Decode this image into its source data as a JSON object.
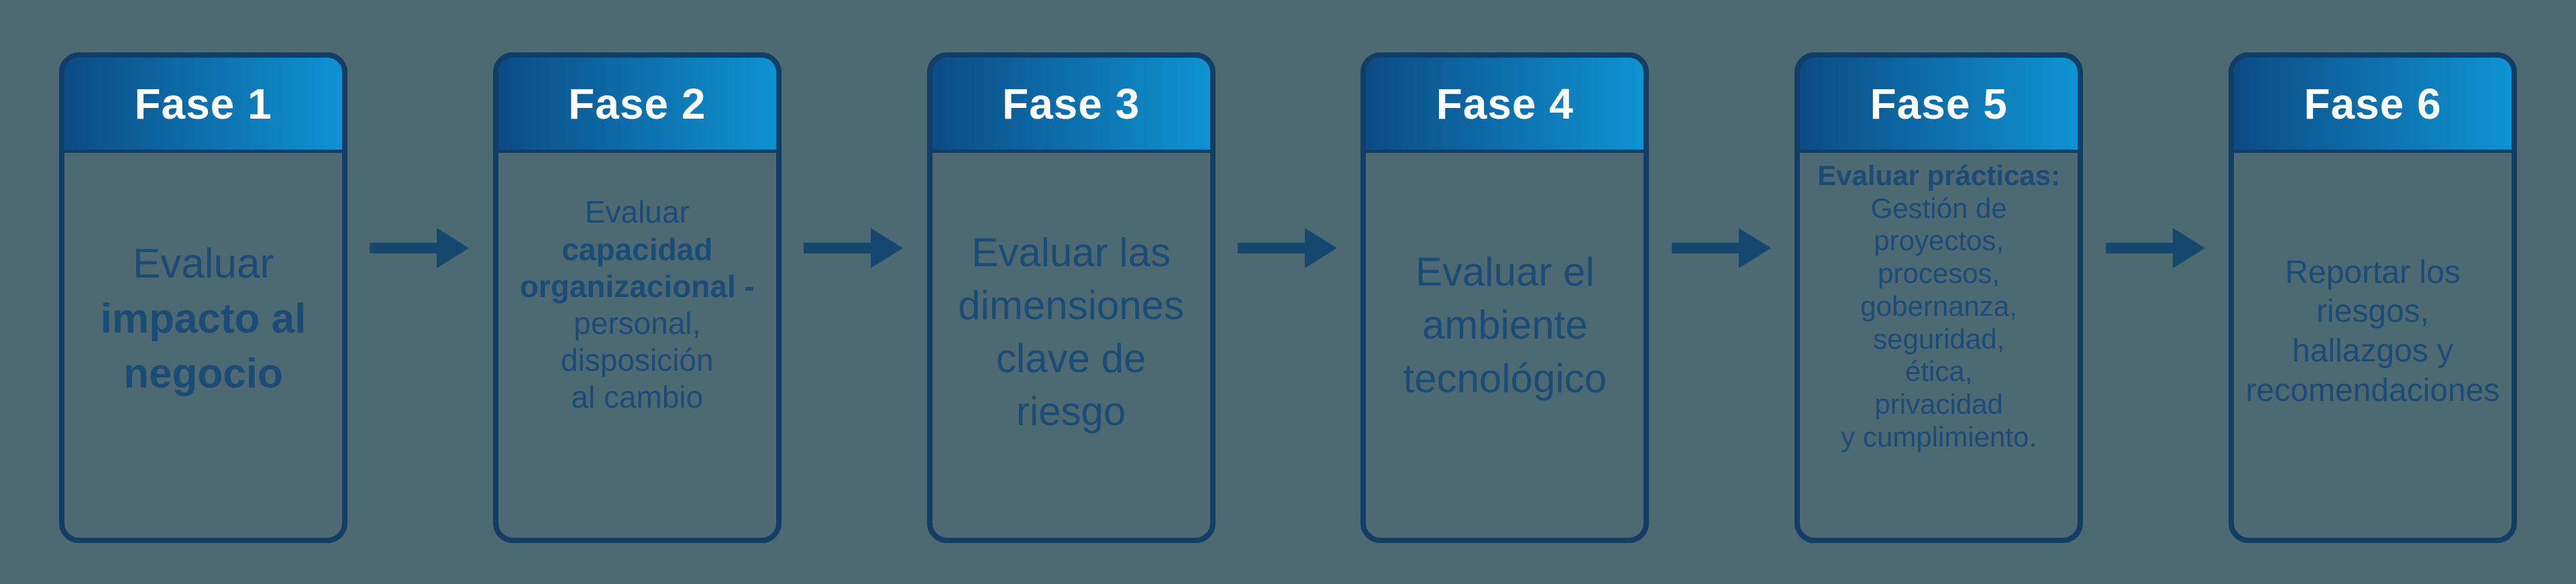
{
  "diagram": {
    "background_color": "#4d6971",
    "colors": {
      "card_border": "#123e66",
      "arrow": "#16486f",
      "body_text": "#1b4c77",
      "header_text": "#ffffff",
      "header_gradient_start": "#0c4b85",
      "header_gradient_end": "#0e93d2"
    },
    "phases": [
      {
        "title": "Fase 1",
        "lines": [
          {
            "text": "Evaluar",
            "bold": false
          },
          {
            "text": "impacto al",
            "bold": true
          },
          {
            "text": "negocio",
            "bold": true
          }
        ]
      },
      {
        "title": "Fase 2",
        "lines": [
          {
            "text": "Evaluar",
            "bold": false
          },
          {
            "text": "capacidad",
            "bold": true
          },
          {
            "text": "organizacional -",
            "bold": true
          },
          {
            "text": "personal,",
            "bold": false
          },
          {
            "text": "disposición",
            "bold": false
          },
          {
            "text": "al cambio",
            "bold": false
          }
        ]
      },
      {
        "title": "Fase 3",
        "lines": [
          {
            "text": "Evaluar las",
            "bold": false
          },
          {
            "text": "dimensiones",
            "bold": false
          },
          {
            "text": "clave de",
            "bold": false
          },
          {
            "text": "riesgo",
            "bold": false
          }
        ]
      },
      {
        "title": "Fase 4",
        "lines": [
          {
            "text": "Evaluar el",
            "bold": false
          },
          {
            "text": "ambiente",
            "bold": false
          },
          {
            "text": "tecnológico",
            "bold": false
          }
        ]
      },
      {
        "title": "Fase 5",
        "lines": [
          {
            "text": "Evaluar prácticas:",
            "bold": true
          },
          {
            "text": "Gestión de",
            "bold": false
          },
          {
            "text": "proyectos,",
            "bold": false
          },
          {
            "text": "procesos,",
            "bold": false
          },
          {
            "text": "gobernanza,",
            "bold": false
          },
          {
            "text": "seguridad,",
            "bold": false
          },
          {
            "text": "ética,",
            "bold": false
          },
          {
            "text": "privacidad",
            "bold": false
          },
          {
            "text": "y cumplimiento.",
            "bold": false
          }
        ]
      },
      {
        "title": "Fase 6",
        "lines": [
          {
            "text": "Reportar los",
            "bold": false
          },
          {
            "text": "riesgos,",
            "bold": false
          },
          {
            "text": "hallazgos y",
            "bold": false
          },
          {
            "text": "recomendaciones",
            "bold": false
          }
        ]
      }
    ]
  }
}
